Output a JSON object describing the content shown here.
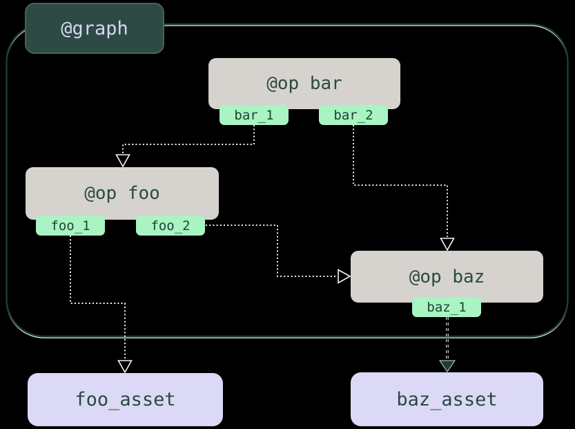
{
  "diagram": {
    "graph_label": "@graph",
    "ops": [
      {
        "id": "bar",
        "label": "@op bar",
        "outputs": [
          "bar_1",
          "bar_2"
        ]
      },
      {
        "id": "foo",
        "label": "@op foo",
        "outputs": [
          "foo_1",
          "foo_2"
        ]
      },
      {
        "id": "baz",
        "label": "@op baz",
        "outputs": [
          "baz_1"
        ]
      }
    ],
    "assets": [
      {
        "label": "foo_asset"
      },
      {
        "label": "baz_asset"
      }
    ],
    "edges": [
      {
        "source": "bar.bar_1",
        "target": "op foo"
      },
      {
        "source": "bar.bar_2",
        "target": "op baz"
      },
      {
        "source": "foo.foo_2",
        "target": "op baz"
      },
      {
        "source": "foo.foo_1",
        "target": "foo_asset"
      },
      {
        "source": "baz.baz_1",
        "target": "baz_asset"
      }
    ],
    "colors": {
      "background": "#000000",
      "graph_fill": "#2d4b44",
      "graph_text": "#d9d6f2",
      "graph_border": "#1c3b34",
      "op_fill": "#d6d3cf",
      "op_text": "#2b4a42",
      "output_fill": "#a9f4c2",
      "output_text": "#1f4038",
      "asset_fill": "#dcd9f7",
      "asset_text": "#27493f",
      "edge_light": "#f5f5f5",
      "edge_dark": "#2b4a42"
    }
  }
}
